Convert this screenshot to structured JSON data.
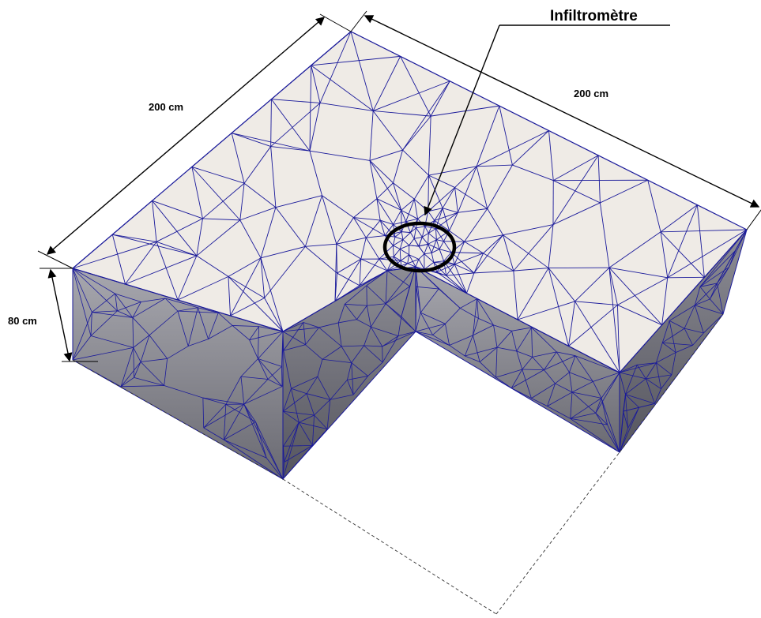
{
  "diagram": {
    "dimensions": {
      "width_top_left": "200 cm",
      "width_top_right": "200 cm",
      "height": "80 cm"
    },
    "callout": {
      "label": "Infiltromètre"
    },
    "colors": {
      "top_face": "#efebe6",
      "side_face_light": "#9a9aa2",
      "side_face_dark": "#5f5f68",
      "mesh_edge": "#1a1a9a",
      "annotation": "#000000"
    }
  }
}
